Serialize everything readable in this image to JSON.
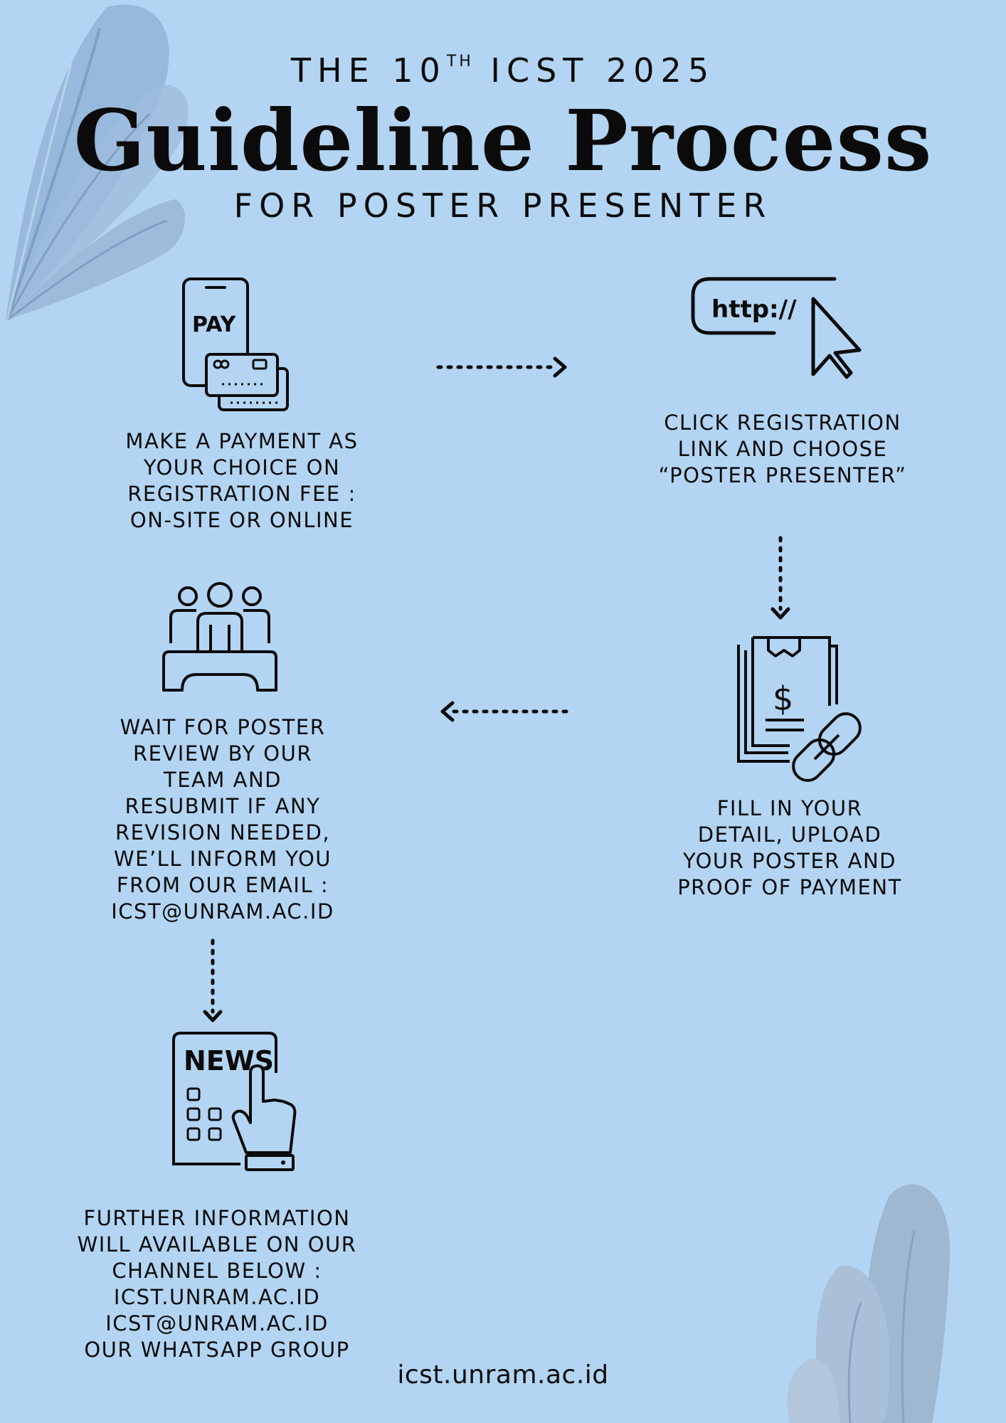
{
  "header": {
    "eyebrow_prefix": "THE 10",
    "eyebrow_sup": "TH",
    "eyebrow_suffix": " ICST 2025",
    "title": "Guideline Process",
    "subtitle": "FOR POSTER PRESENTER"
  },
  "icons": {
    "payment_label": "PAY",
    "link_label": "http://",
    "news_label": "NEWS"
  },
  "steps": [
    {
      "icon": "pay-phone-card-icon",
      "text": "MAKE A PAYMENT AS\nYOUR CHOICE ON\nREGISTRATION FEE :\nON-SITE OR ONLINE"
    },
    {
      "icon": "http-link-cursor-icon",
      "text": "CLICK REGISTRATION\nLINK AND CHOOSE\n“POSTER PRESENTER”"
    },
    {
      "icon": "invoice-link-icon",
      "text": "FILL IN YOUR\nDETAIL, UPLOAD\nYOUR  POSTER AND\nPROOF OF PAYMENT"
    },
    {
      "icon": "review-team-icon",
      "text": "WAIT FOR POSTER\nREVIEW BY OUR\nTEAM AND\nRESUBMIT IF ANY\nREVISION NEEDED,\nWE’LL INFORM YOU\nFROM OUR EMAIL :\nICST@UNRAM.AC.ID"
    },
    {
      "icon": "news-tablet-icon",
      "text": "FURTHER INFORMATION\nWILL AVAILABLE ON OUR\nCHANNEL BELOW :\nICST.UNRAM.AC.ID\nICST@UNRAM.AC.ID\nOUR WHATSAPP GROUP"
    }
  ],
  "footer": {
    "url": "icst.unram.ac.id"
  },
  "colors": {
    "background": "#b3d5f3",
    "ink": "#0b0b0b",
    "leaf": "#8fb0d3"
  }
}
